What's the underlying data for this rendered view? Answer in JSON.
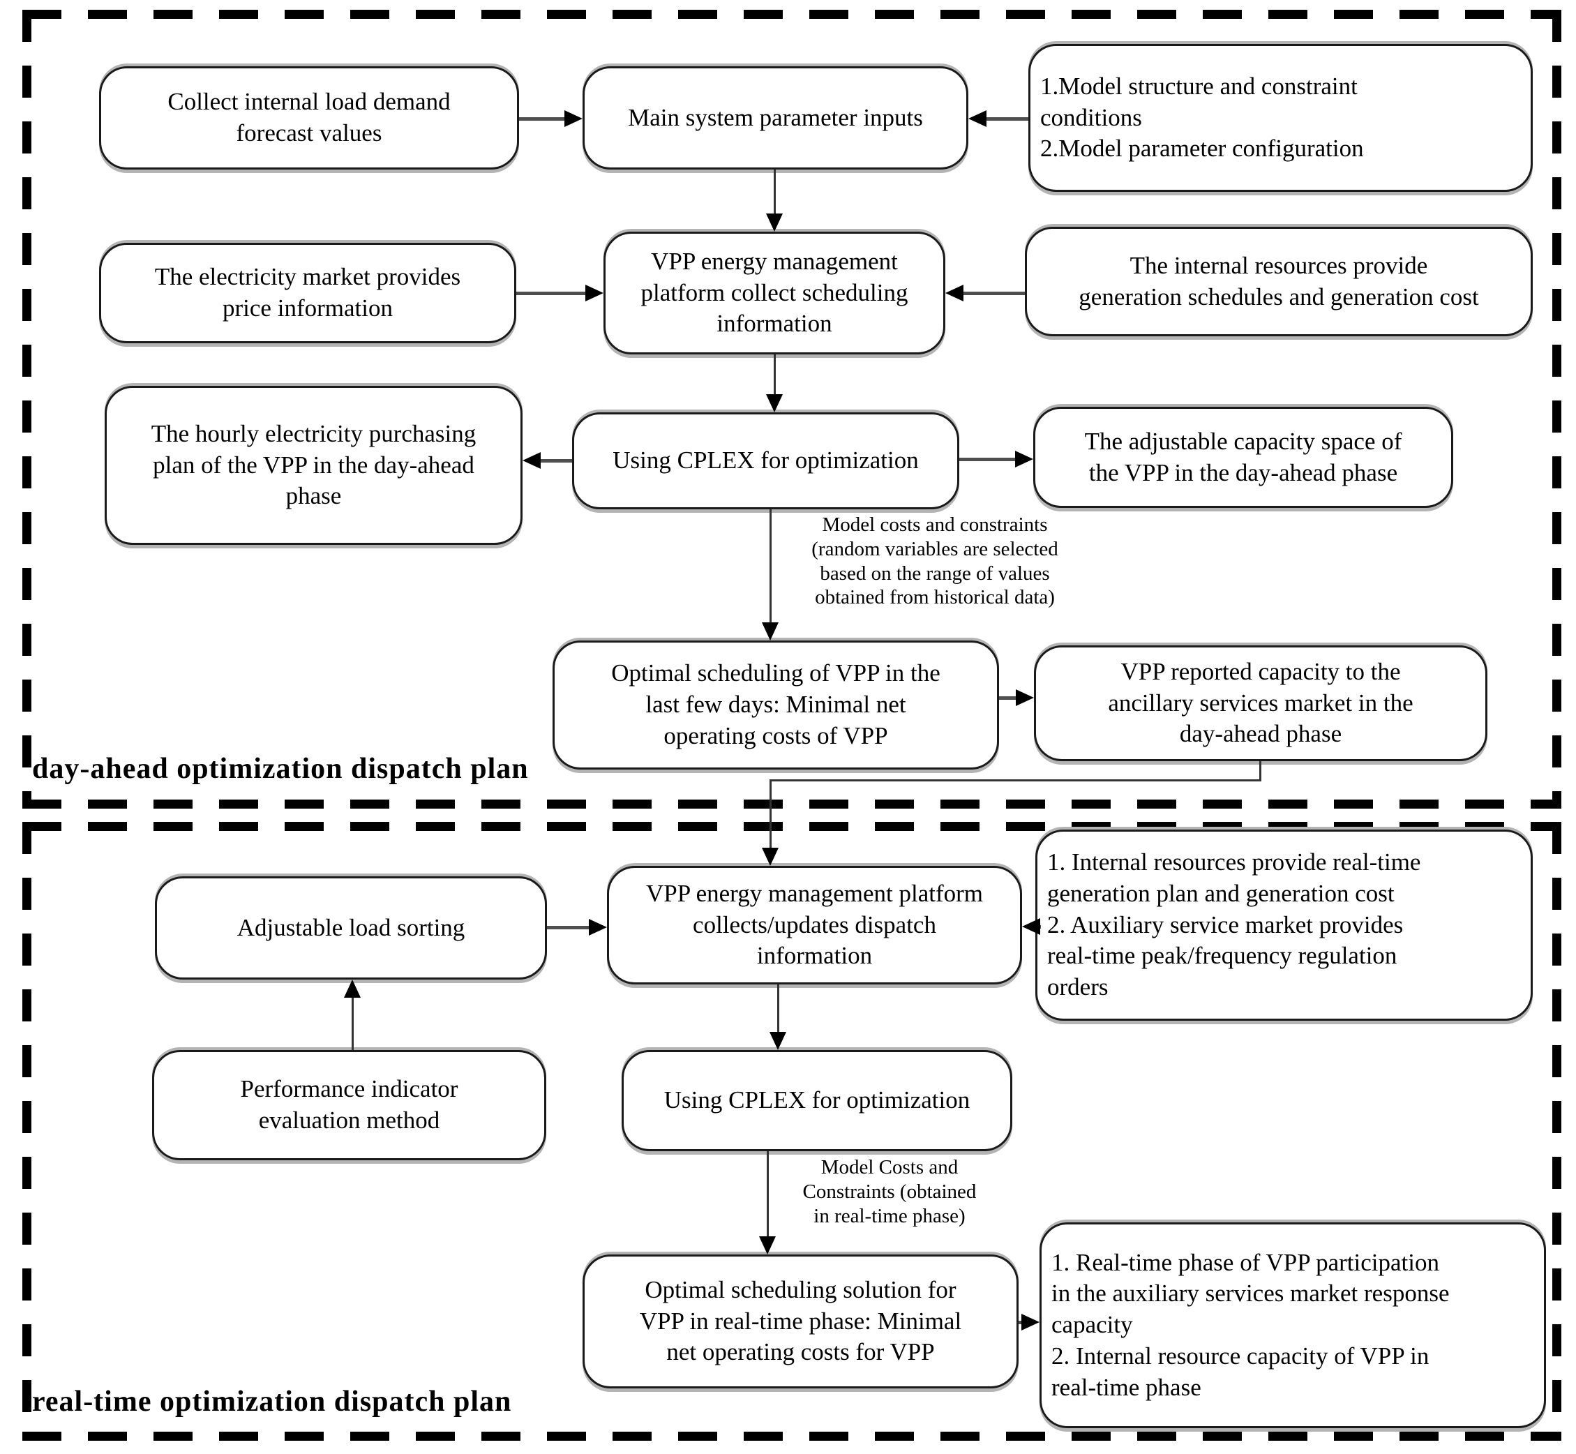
{
  "colors": {
    "background": "#ffffff",
    "box_border": "#1a1a1a",
    "dash_border": "#000000",
    "arrow_shaft": "#4f4f4f",
    "arrow_head": "#000000",
    "text": "#000000"
  },
  "sections": {
    "day_ahead": {
      "label": "day-ahead optimization dispatch plan"
    },
    "real_time": {
      "label": "real-time optimization dispatch plan"
    }
  },
  "boxes": {
    "collect_load": {
      "text": "Collect internal load demand\nforecast values"
    },
    "param_inputs": {
      "text": "Main system parameter inputs"
    },
    "model_structure": {
      "text": "1.Model structure and constraint\nconditions\n2.Model parameter configuration"
    },
    "elec_market": {
      "text": "The electricity market provides\nprice information"
    },
    "vpp_platform_da": {
      "text": "VPP energy management\nplatform collect scheduling\ninformation"
    },
    "internal_resources": {
      "text": "The internal resources provide\ngeneration schedules and generation cost"
    },
    "hourly_plan": {
      "text": "The hourly electricity purchasing\nplan of the VPP in the day-ahead\nphase"
    },
    "cplex_da": {
      "text": "Using CPLEX for optimization"
    },
    "adjustable_space": {
      "text": "The adjustable capacity space of\nthe VPP in the day-ahead phase"
    },
    "optimal_da": {
      "text": "Optimal scheduling of VPP in the\nlast few days: Minimal net\noperating costs of VPP"
    },
    "vpp_reported": {
      "text": "VPP reported capacity to the\nancillary services market in the\nday-ahead phase"
    },
    "adj_load_sorting": {
      "text": "Adjustable load sorting"
    },
    "vpp_platform_rt": {
      "text": "VPP energy management platform\ncollects/updates dispatch\ninformation"
    },
    "internal_rt": {
      "text": "1. Internal resources provide real-time\ngeneration plan and generation cost\n2. Auxiliary service market provides\nreal-time peak/frequency regulation\norders"
    },
    "perf_indicator": {
      "text": "Performance indicator\nevaluation  method"
    },
    "cplex_rt": {
      "text": "Using CPLEX for optimization"
    },
    "optimal_rt": {
      "text": "Optimal scheduling solution for\nVPP in real-time phase: Minimal\nnet operating costs for VPP"
    },
    "rt_outputs": {
      "text": "1. Real-time phase of VPP participation\nin the auxiliary services market response\ncapacity\n2. Internal resource capacity of VPP in\nreal-time phase"
    }
  },
  "annotations": {
    "ann_da": {
      "text": "Model costs and constraints\n(random variables are selected\nbased on the range of values\nobtained from historical data)"
    },
    "ann_rt": {
      "text": "Model Costs and\nConstraints (obtained\nin real-time phase)"
    }
  }
}
